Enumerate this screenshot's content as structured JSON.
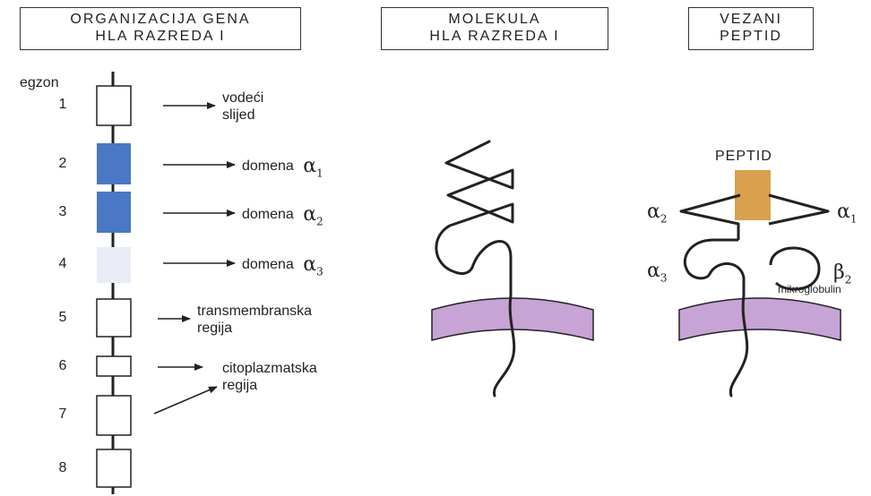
{
  "headers": {
    "gene_organization": [
      "ORGANIZACIJA GENA",
      "HLA RAZREDA I"
    ],
    "molecule": [
      "MOLEKULA",
      "HLA RAZREDA I"
    ],
    "bound_peptide": [
      "VEZANI",
      "PEPTID"
    ]
  },
  "exon_label": "egzon",
  "exon_numbers": [
    "1",
    "2",
    "3",
    "4",
    "5",
    "6",
    "7",
    "8"
  ],
  "exon_descriptions": {
    "leader": [
      "vodeći",
      "slijed"
    ],
    "alpha1": "domena",
    "alpha2": "domena",
    "alpha3": "domena",
    "transmembrane": [
      "transmembranska",
      "regija"
    ],
    "cytoplasmic": [
      "citoplazmatska",
      "regija"
    ]
  },
  "greek": {
    "alpha": "α",
    "beta": "β",
    "sub1": "1",
    "sub2": "2",
    "sub3": "3"
  },
  "peptide_label": "PEPTID",
  "microglobulin_label": "mikroglobulin",
  "colors": {
    "alpha1": "#4a78c4",
    "alpha2": "#4a78c4",
    "alpha3": "#e9ecf6",
    "membrane": "#c7a3d6",
    "peptide": "#d9a04e",
    "line": "#222222"
  }
}
